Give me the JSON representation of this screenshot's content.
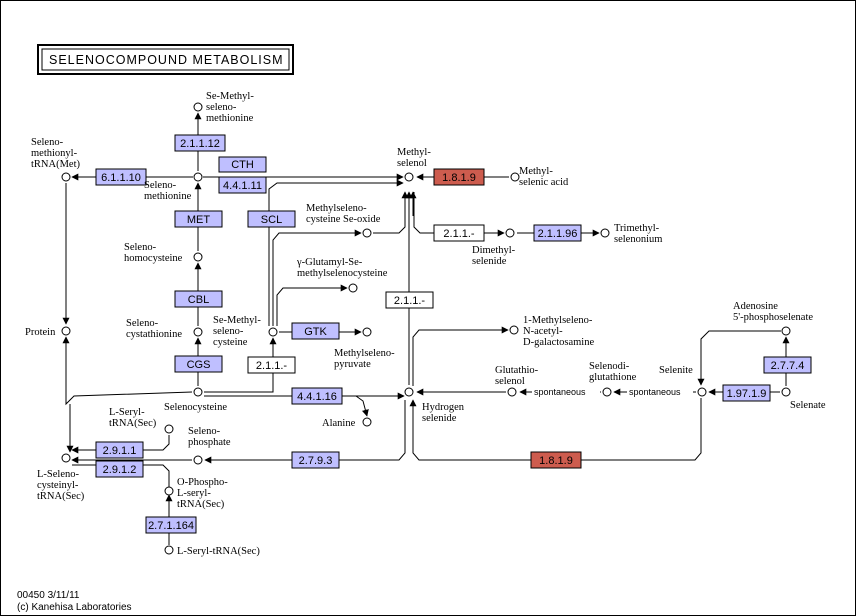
{
  "title": "SELENOCOMPOUND METABOLISM",
  "footer": {
    "line1": "00450 3/11/11",
    "line2": "(c) Kanehisa Laboratories"
  },
  "colors": {
    "enzyme_blue": "#bfbfff",
    "enzyme_red": "#cd5c4e",
    "enzyme_white": "#ffffff",
    "border": "#000000"
  },
  "compounds": {
    "se_methylselenomethionine": [
      "Se-Methyl-",
      "seleno-",
      "methionine"
    ],
    "selenomethionyl_trna": [
      "Seleno-",
      "methionyl-",
      "tRNA(Met)"
    ],
    "selenomethionine": [
      "Seleno-",
      "methionine"
    ],
    "selenohomocysteine": [
      "Seleno-",
      "homocysteine"
    ],
    "selenocystathionine": [
      "Seleno-",
      "cystathionine"
    ],
    "protein": "Protein",
    "selenocysteine": "Selenocysteine",
    "se_methylselenocysteine": [
      "Se-Methyl-",
      "seleno-",
      "cysteine"
    ],
    "methylselenocysteine_se_oxide": [
      "Methylseleno-",
      "cysteine Se-oxide"
    ],
    "glutamyl_methylselenocysteine": [
      "γ-Glutamyl-Se-",
      "methylselenocysteine"
    ],
    "methylselenopyruvate": [
      "Methylseleno-",
      "pyruvate"
    ],
    "methylselenol": [
      "Methyl-",
      "selenol"
    ],
    "methylselenic_acid": [
      "Methyl-",
      "selenic acid"
    ],
    "dimethylselenide": [
      "Dimethyl-",
      "selenide"
    ],
    "trimethylselenonium": [
      "Trimethyl-",
      "selenonium"
    ],
    "methylseleno_nacetyl_galactosamine": [
      "1-Methylseleno-",
      "N-acetyl-",
      "D-galactosamine"
    ],
    "glutathioselenol": [
      "Glutathio-",
      "selenol"
    ],
    "selenodiglutathione": [
      "Selenodi-",
      "glutathione"
    ],
    "selenite": "Selenite",
    "adenosine_phosphoselenate": [
      "Adenosine",
      "5'-phosphoselenate"
    ],
    "selenate": "Selenate",
    "hydrogen_selenide": [
      "Hydrogen",
      "selenide"
    ],
    "alanine": "Alanine",
    "l_seryl_trna_sec_top": [
      "L-Seryl-",
      "tRNA(Sec)"
    ],
    "selenophosphate": [
      "Seleno-",
      "phosphate"
    ],
    "l_selenocysteinyl_trna": [
      "L-Seleno-",
      "cysteinyl-",
      "tRNA(Sec)"
    ],
    "o_phospho_l_seryl_trna": [
      "O-Phospho-",
      "L-seryl-",
      "tRNA(Sec)"
    ],
    "l_seryl_trna_sec_bottom": "L-Seryl-tRNA(Sec)",
    "spontaneous_1": "spontaneous",
    "spontaneous_2": "spontaneous"
  },
  "enzymes": {
    "e_2_1_1_12": "2.1.1.12",
    "e_cth": "CTH",
    "e_6_1_1_10": "6.1.1.10",
    "e_4_4_1_11": "4.4.1.11",
    "e_met": "MET",
    "e_scl": "SCL",
    "e_cbl": "CBL",
    "e_cgs": "CGS",
    "e_gtk": "GTK",
    "e_2_1_1_a": "2.1.1.-",
    "e_1_8_1_9_top": "1.8.1.9",
    "e_2_1_1_b": "2.1.1.-",
    "e_2_1_1_96": "2.1.1.96",
    "e_2_1_1_c": "2.1.1.-",
    "e_2_7_7_4": "2.7.7.4",
    "e_1_97_1_9": "1.97.1.9",
    "e_4_4_1_16": "4.4.1.16",
    "e_2_9_1_1": "2.9.1.1",
    "e_2_9_1_2": "2.9.1.2",
    "e_2_7_9_3": "2.7.9.3",
    "e_1_8_1_9_bottom": "1.8.1.9",
    "e_2_7_1_164": "2.7.1.164"
  }
}
